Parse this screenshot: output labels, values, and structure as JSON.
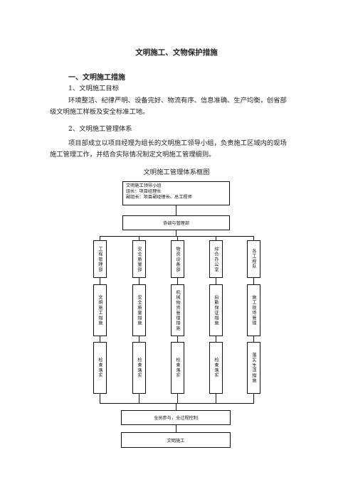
{
  "doc": {
    "title": "文明施工、文物保护措施",
    "section1": "一、文明施工措施",
    "item1": "1、文明施工目标",
    "para1_line1": "环境整洁、纪律严明、设备完好、物流有序、信息准确、生产均衡，创省部",
    "para1_line2": "级文明施工样板及安全标准工地。",
    "item2": "2、文明施工管理体系",
    "para2_line1": "项目部成立以项目经理为组长的文明施工领导小组，负责施工区域内的现场",
    "para2_line2": "施工管理工作，并结合实际情况制定文明施工管理细则。",
    "figure_caption": "文明施工管理体系框图"
  },
  "chart": {
    "leader": {
      "line1": "文明施工领导小组",
      "line2": "组长：项目经理长",
      "line3": "副组长：项目副经理长、总工程师"
    },
    "coordination": "协调与管理部",
    "departments": [
      "工程管理部",
      "安全质量部",
      "物资设备部",
      "综合办公室",
      "各工程队"
    ],
    "measures": [
      "文明施工措施",
      "安全质量措施",
      "机械物资管理措施",
      "后勤保证措施",
      "施工现场管理"
    ],
    "checks": [
      "检查落实",
      "检查落实",
      "检查落实",
      "检查落实",
      "落实生活措施"
    ],
    "all_staff": "全员参与，全过程控制",
    "result": "文明施工"
  }
}
